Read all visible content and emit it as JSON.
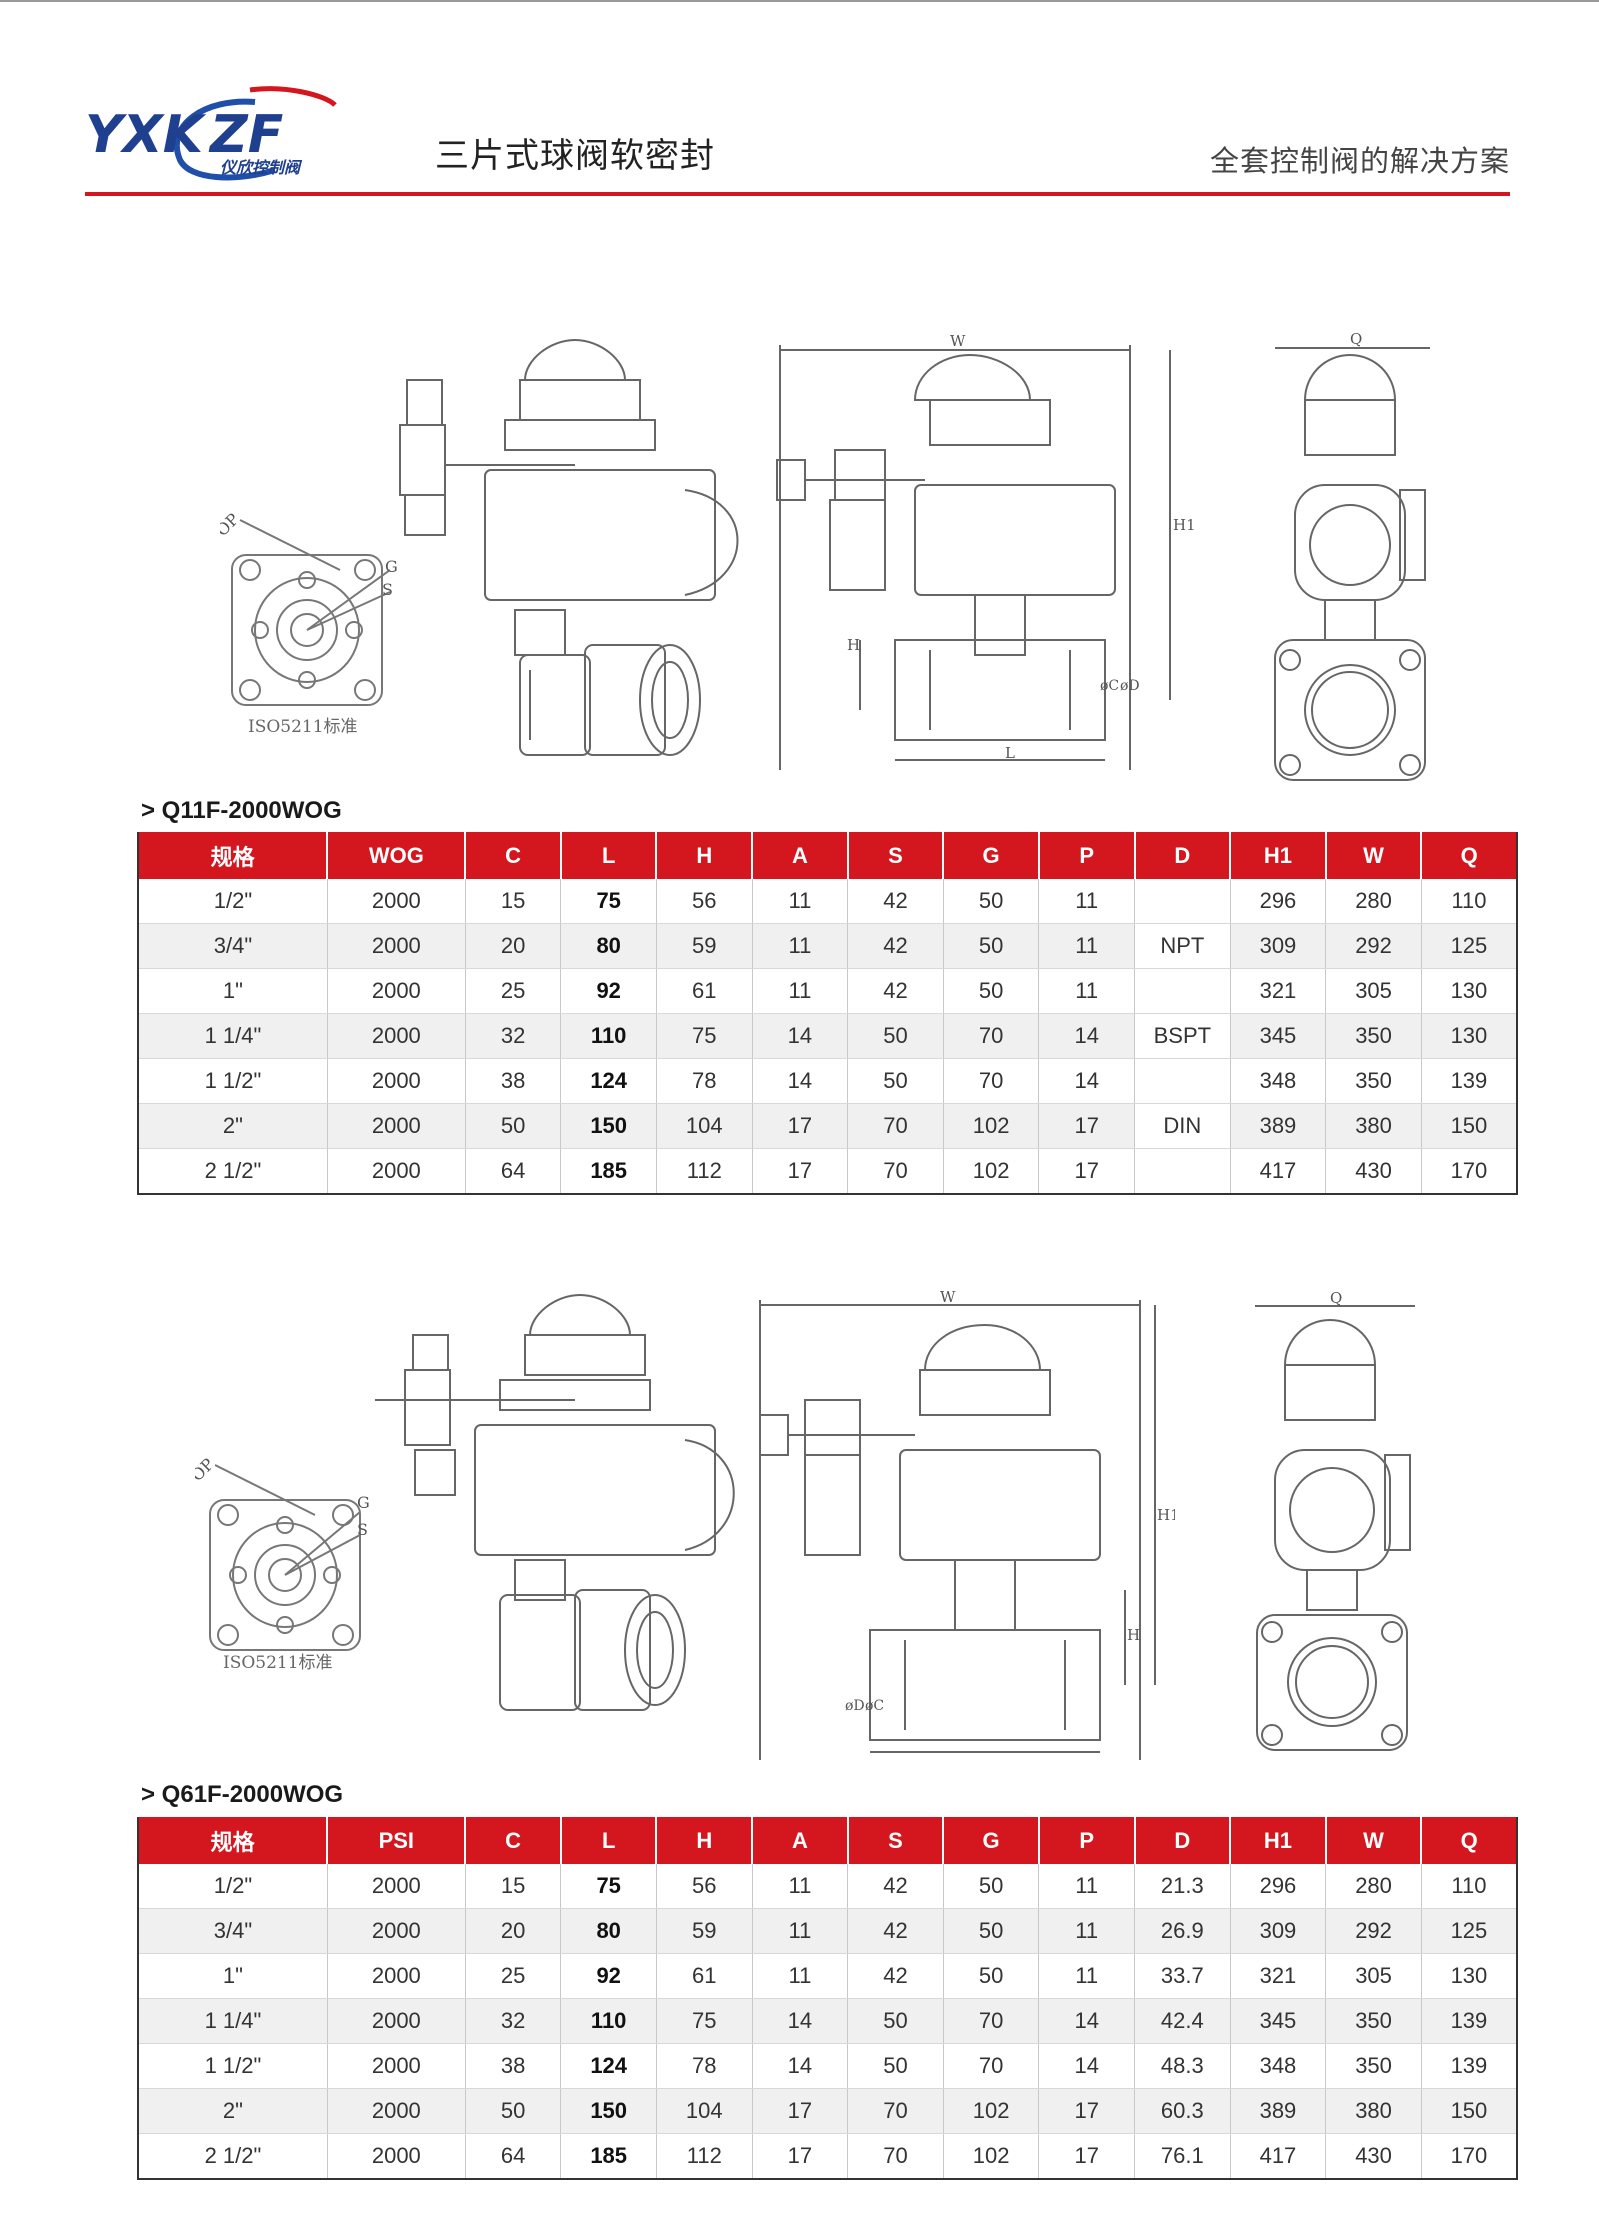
{
  "header": {
    "brand": "YXKZF",
    "brand_sub": "仪欣控制阀",
    "title": "三片式球阀软密封",
    "slogan": "全套控制阀的解决方案"
  },
  "drawings": {
    "iso_label": "ISO5211标准",
    "dim_labels": [
      "W",
      "Q",
      "H1",
      "H",
      "L",
      "C",
      "D",
      "OP",
      "G",
      "S"
    ]
  },
  "section1": {
    "title": "> Q11F-2000WOG",
    "headers": [
      "规格",
      "WOG",
      "C",
      "L",
      "H",
      "A",
      "S",
      "G",
      "P",
      "D",
      "H1",
      "W",
      "Q"
    ],
    "rows": [
      [
        "1/2\"",
        "2000",
        "15",
        "75",
        "56",
        "11",
        "42",
        "50",
        "11",
        "",
        "296",
        "280",
        "110"
      ],
      [
        "3/4\"",
        "2000",
        "20",
        "80",
        "59",
        "11",
        "42",
        "50",
        "11",
        "NPT",
        "309",
        "292",
        "125"
      ],
      [
        "1\"",
        "2000",
        "25",
        "92",
        "61",
        "11",
        "42",
        "50",
        "11",
        "",
        "321",
        "305",
        "130"
      ],
      [
        "1 1/4\"",
        "2000",
        "32",
        "110",
        "75",
        "14",
        "50",
        "70",
        "14",
        "BSPT",
        "345",
        "350",
        "130"
      ],
      [
        "1 1/2\"",
        "2000",
        "38",
        "124",
        "78",
        "14",
        "50",
        "70",
        "14",
        "",
        "348",
        "350",
        "139"
      ],
      [
        "2\"",
        "2000",
        "50",
        "150",
        "104",
        "17",
        "70",
        "102",
        "17",
        "DIN",
        "389",
        "380",
        "150"
      ],
      [
        "2 1/2\"",
        "2000",
        "64",
        "185",
        "112",
        "17",
        "70",
        "102",
        "17",
        "",
        "417",
        "430",
        "170"
      ]
    ]
  },
  "section2": {
    "title": "> Q61F-2000WOG",
    "headers": [
      "规格",
      "PSI",
      "C",
      "L",
      "H",
      "A",
      "S",
      "G",
      "P",
      "D",
      "H1",
      "W",
      "Q"
    ],
    "rows": [
      [
        "1/2\"",
        "2000",
        "15",
        "75",
        "56",
        "11",
        "42",
        "50",
        "11",
        "21.3",
        "296",
        "280",
        "110"
      ],
      [
        "3/4\"",
        "2000",
        "20",
        "80",
        "59",
        "11",
        "42",
        "50",
        "11",
        "26.9",
        "309",
        "292",
        "125"
      ],
      [
        "1\"",
        "2000",
        "25",
        "92",
        "61",
        "11",
        "42",
        "50",
        "11",
        "33.7",
        "321",
        "305",
        "130"
      ],
      [
        "1 1/4\"",
        "2000",
        "32",
        "110",
        "75",
        "14",
        "50",
        "70",
        "14",
        "42.4",
        "345",
        "350",
        "139"
      ],
      [
        "1 1/2\"",
        "2000",
        "38",
        "124",
        "78",
        "14",
        "50",
        "70",
        "14",
        "48.3",
        "348",
        "350",
        "139"
      ],
      [
        "2\"",
        "2000",
        "50",
        "150",
        "104",
        "17",
        "70",
        "102",
        "17",
        "60.3",
        "389",
        "380",
        "150"
      ],
      [
        "2 1/2\"",
        "2000",
        "64",
        "185",
        "112",
        "17",
        "70",
        "102",
        "17",
        "76.1",
        "417",
        "430",
        "170"
      ]
    ]
  }
}
